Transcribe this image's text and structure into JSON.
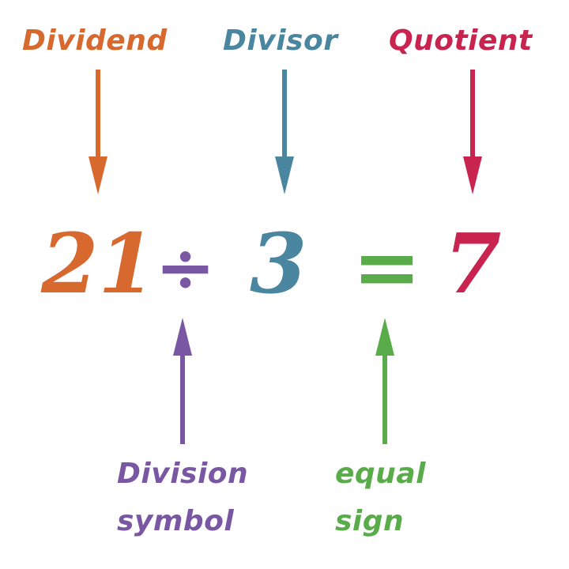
{
  "labels": {
    "dividend": "Dividend",
    "divisor": "Divisor",
    "quotient": "Quotient",
    "division_symbol_line1": "Division",
    "division_symbol_line2": "symbol",
    "equal_sign_line1": "equal",
    "equal_sign_line2": "sign"
  },
  "equation": {
    "dividend": "21",
    "division_operator": "÷",
    "divisor": "3",
    "equals": "=",
    "quotient": "7"
  },
  "colors": {
    "dividend": "#d8692e",
    "divisor": "#4a86a0",
    "quotient": "#c9234f",
    "division_symbol": "#7a57a3",
    "equal_sign": "#5aac4a"
  }
}
